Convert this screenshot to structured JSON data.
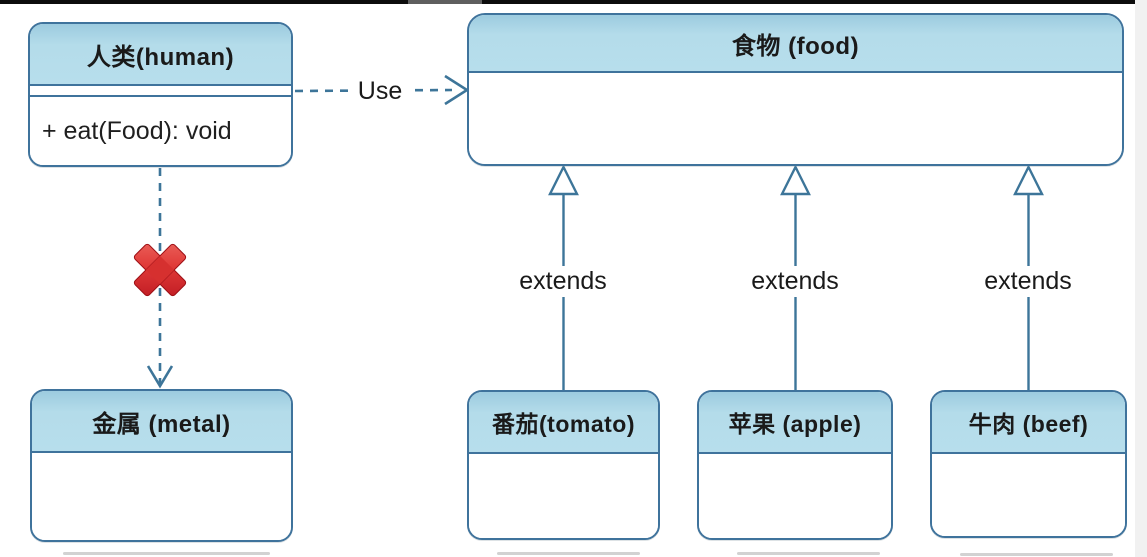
{
  "diagram": {
    "classes": {
      "human": {
        "title": "人类(human)",
        "method": "+ eat(Food): void"
      },
      "food": {
        "title": "食物 (food)"
      },
      "metal": {
        "title": "金属 (metal)"
      },
      "tomato": {
        "title": "番茄(tomato)"
      },
      "apple": {
        "title": "苹果 (apple)"
      },
      "beef": {
        "title": "牛肉 (beef)"
      }
    },
    "labels": {
      "use": "Use",
      "extends": "extends"
    },
    "colors": {
      "box_border": "#3f739c",
      "header_fill": "#b4dcea",
      "connector_line": "#3d7599",
      "forbidden_x_red": "#cc2128",
      "label_text": "#1a1a1a"
    }
  }
}
